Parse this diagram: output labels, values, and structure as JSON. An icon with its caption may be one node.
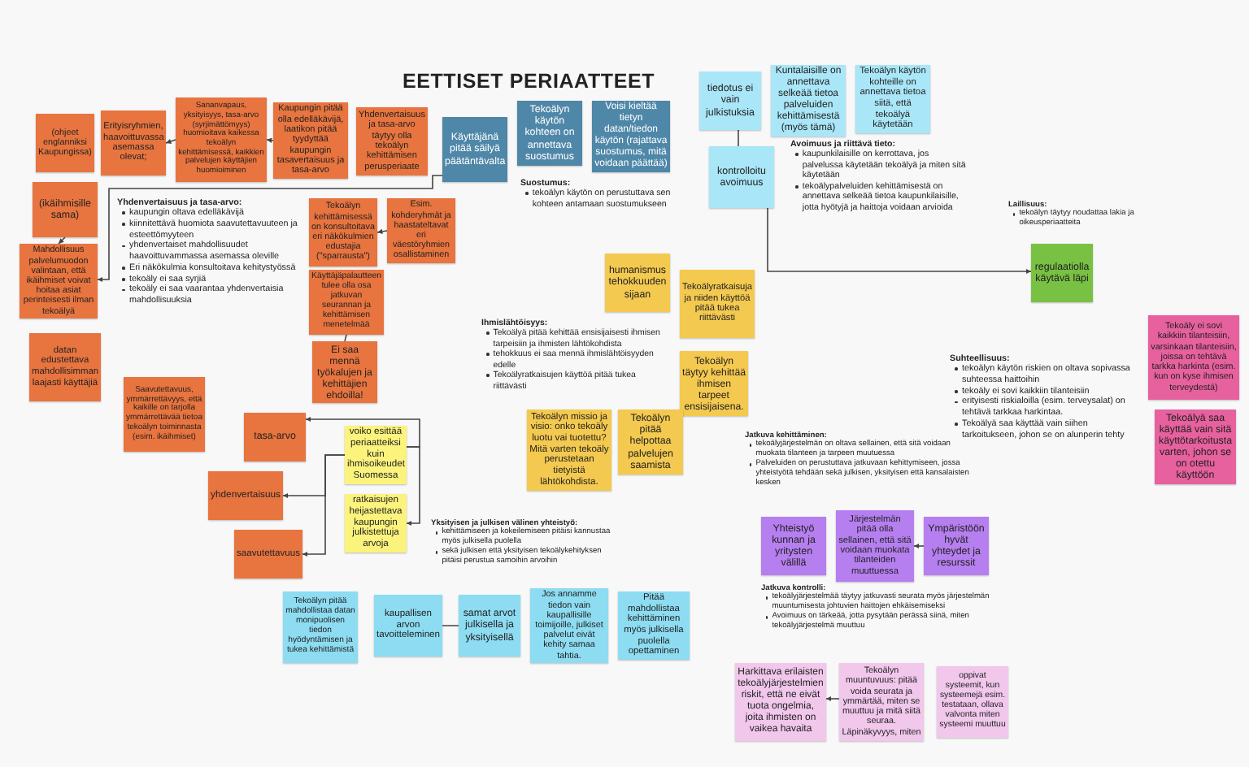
{
  "diagram": {
    "title": "EETTISET PERIAATTEET",
    "nodes": [
      {
        "text": [
          "(ohjeet englanniksi Kaupungissa)"
        ]
      },
      {
        "text": [
          "Erityisryhmien, haavoittuvassa asemassa olevat;"
        ]
      },
      {
        "text": [
          "Sananvapaus, yksityisyys, tasa-arvo (syrjimättömyys) huomioitava kaikessa tekoälyn kehittämisessä, kaikkien palvelujen käyttäjien huomioiminen"
        ]
      },
      {
        "text": [
          "Kaupungin pitää olla edelläkävijä, laatikon pitää tyydyttää kaupungin tasavertaisuus ja tasa-arvo"
        ]
      },
      {
        "text": [
          "Yhdenvertaisuus ja tasa-arvo täytyy olla tekoälyn kehittämisen perusperiaate"
        ]
      },
      {
        "text": [
          "(ikäihmisille sama)"
        ]
      },
      {
        "text": [
          "Mahdollisuus palvelumuodon valintaan, että ikäihmiset voivat hoitaa asiat perinteisesti ilman tekoälyä"
        ]
      },
      {
        "text": [
          "datan edustettava mahdollisimman laajasti käyttäjiä"
        ]
      },
      {
        "text": [
          "Saavutettavuus, ymmärrettävyys, että kaikille on tarjolla ymmärrettävää tietoa tekoälyn toiminnasta (esim. ikäihmiset)"
        ]
      },
      {
        "text": [
          "Tekoälyn kehittämisessä on konsultoitava eri näkökulmien edustajia (\"sparrausta\")"
        ]
      },
      {
        "text": [
          "Esim. kohderyhmät ja haastateltavat eri väestöryhmien osallistaminen"
        ]
      },
      {
        "text": [
          "Käyttäjäpalautteen tulee olla osa jatkuvan seurannan ja kehittämisen menetelmää"
        ]
      },
      {
        "text": [
          "Ei saa mennä työkalujen ja kehittäjien ehdoilla!"
        ]
      },
      {
        "text": [
          "tasa-arvo"
        ]
      },
      {
        "text": [
          "yhdenvertaisuus"
        ]
      },
      {
        "text": [
          "saavutettavuus"
        ]
      },
      {
        "text": [
          "voiko esittää periaatteiksi kuin ihmisoikeudet Suomessa"
        ]
      },
      {
        "text": [
          "ratkaisujen heijastettava kaupungin julkistettuja arvoja"
        ]
      },
      {
        "text": [
          "Käyttäjänä pitää säilyä päätäntävalta"
        ]
      },
      {
        "text": [
          "Tekoälyn käytön kohteen on annettava suostumus"
        ]
      },
      {
        "text": [
          "Voisi kieltää tietyn datan/tiedon käytön (rajattava suostumus, mitä voidaan päättää)"
        ]
      },
      {
        "text": [
          "humanismus tehokkuuden sijaan"
        ]
      },
      {
        "text": [
          "Tekoälyratkaisuja ja niiden käyttöä pitää tukea riittävästi"
        ]
      },
      {
        "text": [
          "Tekoälyn täytyy kehittää ihmisen tarpeet ensisijaisena."
        ]
      },
      {
        "text": [
          "Tekoälyn missio ja visio: onko tekoäly luotu vai tuotettu? Mitä varten tekoäly perustetaan tietyistä lähtökohdista."
        ]
      },
      {
        "text": [
          "Tekoälyn pitää helpottaa palvelujen saamista"
        ]
      },
      {
        "text": [
          "tiedotus ei vain julkistuksia"
        ]
      },
      {
        "text": [
          "Kuntalaisille on annettava selkeää tietoa palveluiden kehittämisestä (myös tämä)"
        ]
      },
      {
        "text": [
          "Tekoälyn käytön kohteille on annettava tietoa siitä, että tekoälyä käytetään"
        ]
      },
      {
        "text": [
          "kontrolloitu avoimuus"
        ]
      },
      {
        "text": [
          "regulaatiolla käytävä läpi"
        ]
      },
      {
        "text": [
          "Tekoäly ei sovi kaikkiin tilanteisiin, varsinkaan tilanteisiin, joissa on tehtävä tarkka harkinta (esim. kun on kyse ihmisen terveydestä)"
        ]
      },
      {
        "text": [
          "Tekoälyä saa käyttää vain sitä käyttötarkoitusta varten, johon se on otettu käyttöön"
        ]
      },
      {
        "text": [
          "Yhteistyö kunnan ja yritysten välillä"
        ]
      },
      {
        "text": [
          "Järjestelmän pitää olla sellainen, että sitä voidaan muokata tilanteiden muuttuessa"
        ]
      },
      {
        "text": [
          "Ympäristöön hyvät yhteydet ja resurssit"
        ]
      },
      {
        "text": [
          "Harkittava erilaisten tekoälyjärjestelmien riskit, että ne eivät tuota ongelmia, joita ihmisten on vaikea havaita"
        ]
      },
      {
        "text": [
          "Tekoälyn muuntuvuus: pitää voida seurata ja ymmärtää, miten se muuttuu ja mitä siitä seuraa. Läpinäkyvyys, miten"
        ]
      },
      {
        "text": [
          "oppivat systeemit, kun systeemejä esim. testataan, ollava valvonta miten systeemi muuttuu"
        ]
      },
      {
        "text": [
          "Tekoälyn pitää mahdollistaa datan monipuolisen tiedon hyödyntämisen ja tukea kehittämistä"
        ]
      },
      {
        "text": [
          "kaupallisen arvon tavoitteleminen"
        ]
      },
      {
        "text": [
          "samat arvot julkisella ja yksityisellä"
        ]
      },
      {
        "text": [
          "Jos annamme tiedon vain kaupallisille toimijoille, julkiset palvelut eivät kehity samaa tahtia."
        ]
      },
      {
        "text": [
          "Pitää mahdollistaa kehittäminen myös julkisella puolella opettaminen"
        ]
      }
    ],
    "edges": [
      {
        "from": 3,
        "to": 2,
        "arrow": "to"
      },
      {
        "from": 2,
        "to": 1,
        "arrow": "to"
      },
      {
        "from": 18,
        "to": 6,
        "arrow": "to"
      },
      {
        "from": 5,
        "to": 6,
        "arrow": "to"
      },
      {
        "from": 10,
        "to": 9,
        "arrow": "to"
      },
      {
        "from": 11,
        "to": 12,
        "arrow": "none"
      },
      {
        "from": 16,
        "to": 13,
        "arrow": "to"
      },
      {
        "from": 16,
        "to": 14,
        "arrow": "to"
      },
      {
        "from": 16,
        "to": 17,
        "arrow": "to"
      },
      {
        "from": 16,
        "to": 15,
        "arrow": "to"
      },
      {
        "from": 29,
        "to": 26,
        "arrow": "none"
      },
      {
        "from": 29,
        "to": 30,
        "arrow": "to"
      },
      {
        "from": 35,
        "to": 34,
        "arrow": "to"
      },
      {
        "from": 37,
        "to": 36,
        "arrow": "to"
      },
      {
        "from": 40,
        "to": 41,
        "arrow": "to"
      }
    ],
    "labels": [
      "Avoimuus ja riittävä tieto:",
      "kaupunkilaisille on kerrottava, jos palvelussa käytetään tekoälyä ja miten sitä käytetään",
      "tekoälypalveluiden kehittämisestä on annettava selkeää tietoa kaupunkilaisille, jotta hyötyjä ja haittoja voidaan arvioida",
      "Suostumus:",
      "tekoälyn käytön on perustuttava sen kohteen antamaan suostumukseen",
      "Yhdenvertaisuus ja tasa-arvo:",
      "kaupungin oltava edelläkävijä",
      "kiinnitettävä huomiota saavutettavuuteen ja esteettömyyteen",
      "yhdenvertaiset mahdollisuudet haavoittuvammassa asemassa oleville",
      "Eri näkökulmia konsultoitava kehitystyössä",
      "tekoäly ei saa syrjiä",
      "tekoäly ei saa vaarantaa yhdenvertaisia mahdollisuuksia",
      "Laillisuus:",
      "tekoälyn täytyy noudattaa lakia ja oikeusperiaatteita",
      "Ihmislähtöisyys:",
      "Tekoälyä pitää kehittää ensisijaisesti ihmisen tarpeisiin ja ihmisten lähtökohdista",
      "tehokkuus ei saa mennä ihmislähtöisyyden edelle",
      "Tekoälyratkaisujen käyttöä pitää tukea riittävästi",
      "Suhteellisuus:",
      "tekoälyn käytön riskien on oltava sopivassa suhteessa haittoihin",
      "tekoäly ei sovi kaikkiin tilanteisiin",
      "erityisesti riskialoilla (esim. terveysalat) on tehtävä tarkkaa harkintaa.",
      "Tekoälyä saa käyttää vain siihen tarkoitukseen, johon se on alunperin tehty",
      "Jatkuva kehittäminen:",
      "tekoälyjärjestelmän on oltava sellainen, että sitä voidaan muokata tilanteen ja tarpeen muutuessa",
      "Palveluiden on perustuttava jatkuvaan kehittymiseen, jossa yhteistyötä tehdään sekä julkisen, yksityisen että kansalaisten kesken",
      "Yksityisen ja julkisen välinen yhteistyö:",
      "kehittämiseen ja kokeilemiseen pitäisi kannustaa myös julkisella puolella",
      "sekä julkisen että yksityisen tekoälykehityksen pitäisi perustua samoihin arvoihin",
      "Jatkuva kontrolli:",
      "tekoälyjärjestelmää täytyy jatkuvasti seurata myös järjestelmän muuntumisesta johtuvien haittojen ehkäisemiseksi",
      "Avoimuus on tärkeää, jotta pysytään perässä siinä, miten tekoälyjärjestelmä muuttuu"
    ]
  }
}
